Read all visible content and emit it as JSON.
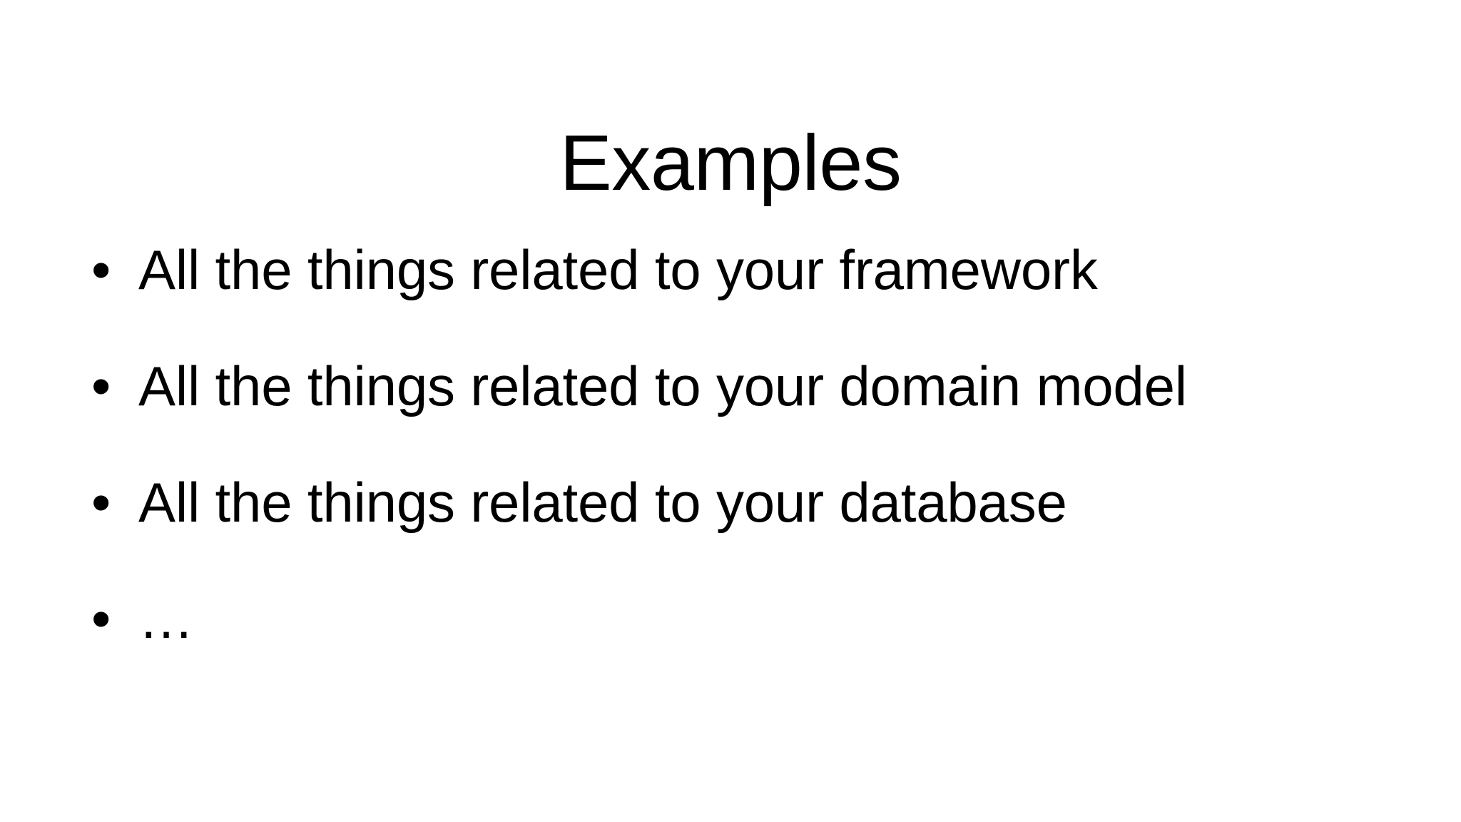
{
  "slide": {
    "title": "Examples",
    "background_color": "#ffffff",
    "text_color": "#000000",
    "bullet_glyph": "•",
    "bullets": [
      {
        "text": "All the things related to your framework"
      },
      {
        "text": "All the things related to your domain model"
      },
      {
        "text": "All the things related to your database"
      },
      {
        "text": "…"
      }
    ]
  }
}
